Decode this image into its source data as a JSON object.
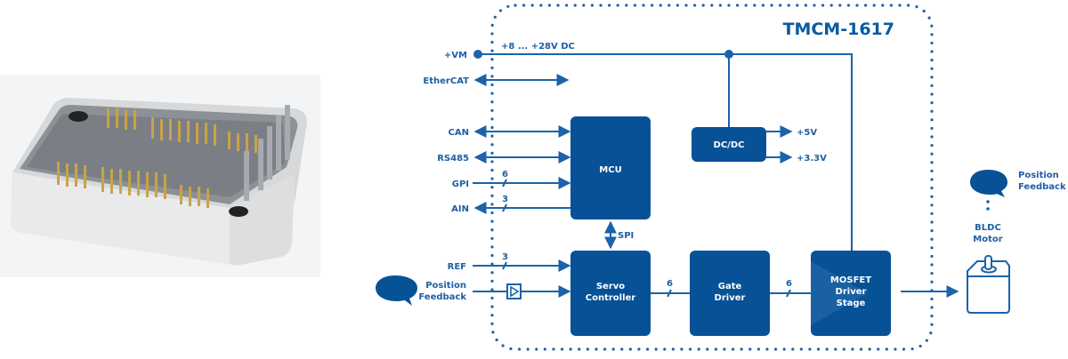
{
  "photo": {
    "description": "TMCM-1617 module product photo"
  },
  "diagram": {
    "title": "TMCM-1617",
    "colors": {
      "primary": "#075197",
      "line": "#1b63aa",
      "label": "#1f5fa3",
      "block_text": "#ffffff"
    },
    "supply": {
      "label": "+VM",
      "range": "+8 ... +28V DC"
    },
    "interfaces": {
      "ethercat": "EtherCAT",
      "can": "CAN",
      "rs485": "RS485",
      "gpi": "GPI",
      "gpi_count": "6",
      "ain": "AIN",
      "ain_count": "3",
      "ref": "REF",
      "ref_count": "3"
    },
    "blocks": {
      "mcu": "MCU",
      "dcdc": "DC/DC",
      "servo_line1": "Servo",
      "servo_line2": "Controller",
      "gate_line1": "Gate",
      "gate_line2": "Driver",
      "mosfet_line1": "MOSFET",
      "mosfet_line2": "Driver",
      "mosfet_line3": "Stage"
    },
    "outputs": {
      "v5": "+5V",
      "v33": "+3.3V"
    },
    "bus": {
      "spi": "SPI",
      "servo_gate_count": "6",
      "gate_mosfet_count": "6"
    },
    "feedback_left": {
      "line1": "Position",
      "line2": "Feedback"
    },
    "feedback_right": {
      "line1": "Position",
      "line2": "Feedback"
    },
    "motor": {
      "line1": "BLDC",
      "line2": "Motor"
    }
  }
}
